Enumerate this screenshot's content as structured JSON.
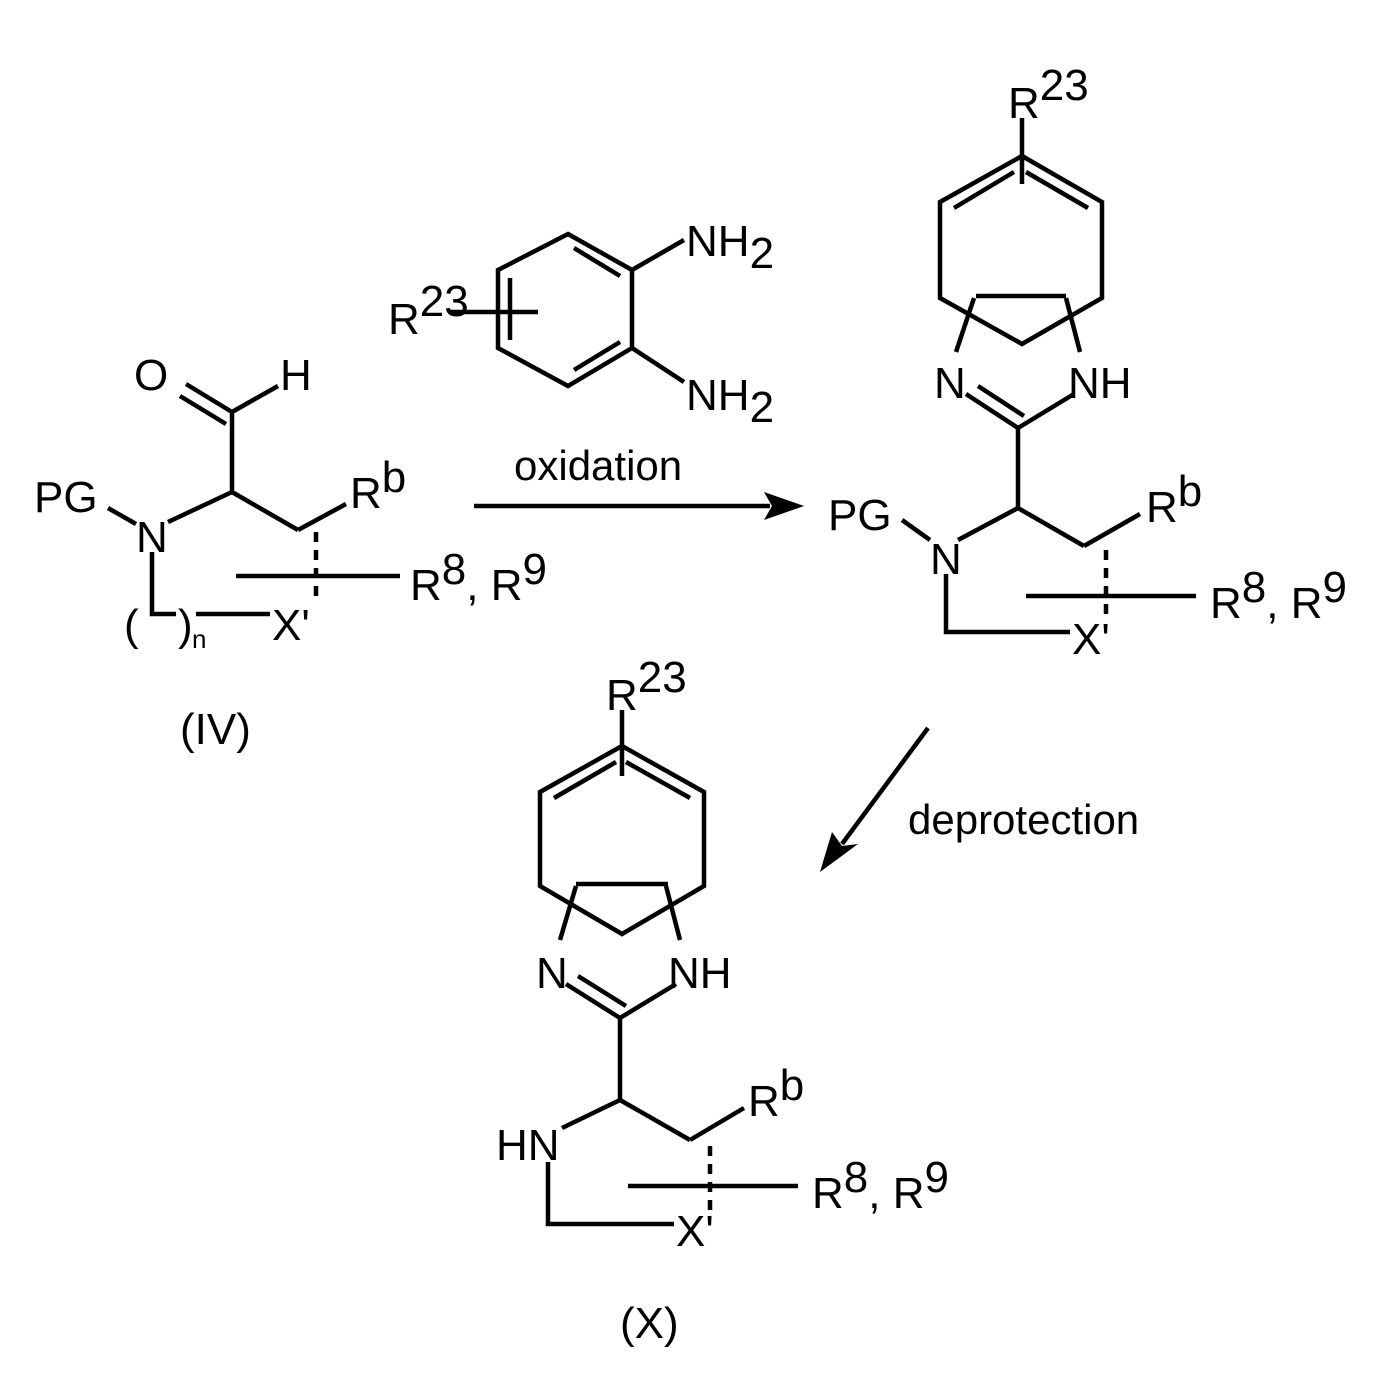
{
  "compound_iv": {
    "oxygen": "O",
    "hydrogen": "H",
    "pg": "PG",
    "nitrogen": "N",
    "rb_base": "R",
    "rb_sup": "b",
    "r8_base": "R",
    "r8_sup": "8",
    "r9_sep": ", R",
    "r9_sup": "9",
    "paren_open": "(",
    "paren_close": ")",
    "n_sub": "n",
    "x": "X'",
    "label": "(IV)"
  },
  "reagent": {
    "r23_base": "R",
    "r23_sup": "23",
    "nh2_top": "NH",
    "nh2_top_sub": "2",
    "nh2_bottom": "NH",
    "nh2_bottom_sub": "2"
  },
  "step1": {
    "condition": "oxidation"
  },
  "intermediate": {
    "r23_base": "R",
    "r23_sup": "23",
    "n_ring": "N",
    "nh_ring": "NH",
    "pg": "PG",
    "nitrogen": "N",
    "rb_base": "R",
    "rb_sup": "b",
    "r8_base": "R",
    "r8_sup": "8",
    "r9_sep": ", R",
    "r9_sup": "9",
    "x": "X'"
  },
  "step2": {
    "condition": "deprotection"
  },
  "compound_x": {
    "r23_base": "R",
    "r23_sup": "23",
    "n_ring": "N",
    "nh_ring": "NH",
    "hn": "HN",
    "rb_base": "R",
    "rb_sup": "b",
    "r8_base": "R",
    "r8_sup": "8",
    "r9_sep": ", R",
    "r9_sup": "9",
    "x": "X'",
    "label": "(X)"
  }
}
